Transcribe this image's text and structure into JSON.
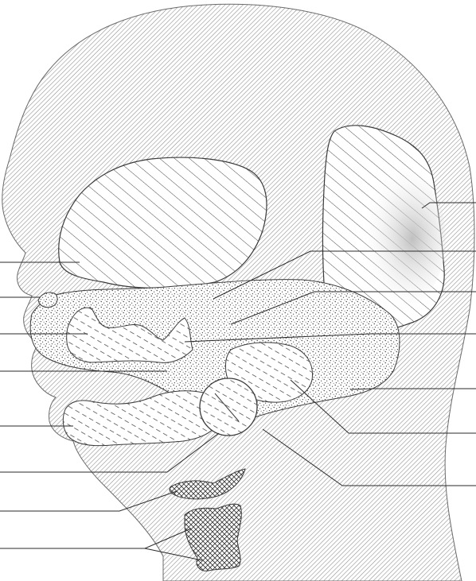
{
  "figure": {
    "kind": "anatomical-line-drawing",
    "subject": "head-lateral-view",
    "labels_printed": false
  },
  "colors": {
    "background": "#ffffff",
    "outline": "#3a3a3a",
    "head_hatch": "#8a8a8a",
    "region_hatch": "#4a4a4a",
    "stipple": "#3c3c3c",
    "leader_line": "#2a2a2a"
  },
  "left_leaders": [
    "leader-l1",
    "leader-l2",
    "leader-l3",
    "leader-l4",
    "leader-l5",
    "leader-l6",
    "leader-l7",
    "leader-l8"
  ],
  "right_leaders": [
    "leader-r1",
    "leader-r2",
    "leader-r3",
    "leader-r4",
    "leader-r5",
    "leader-r6",
    "leader-r7"
  ]
}
